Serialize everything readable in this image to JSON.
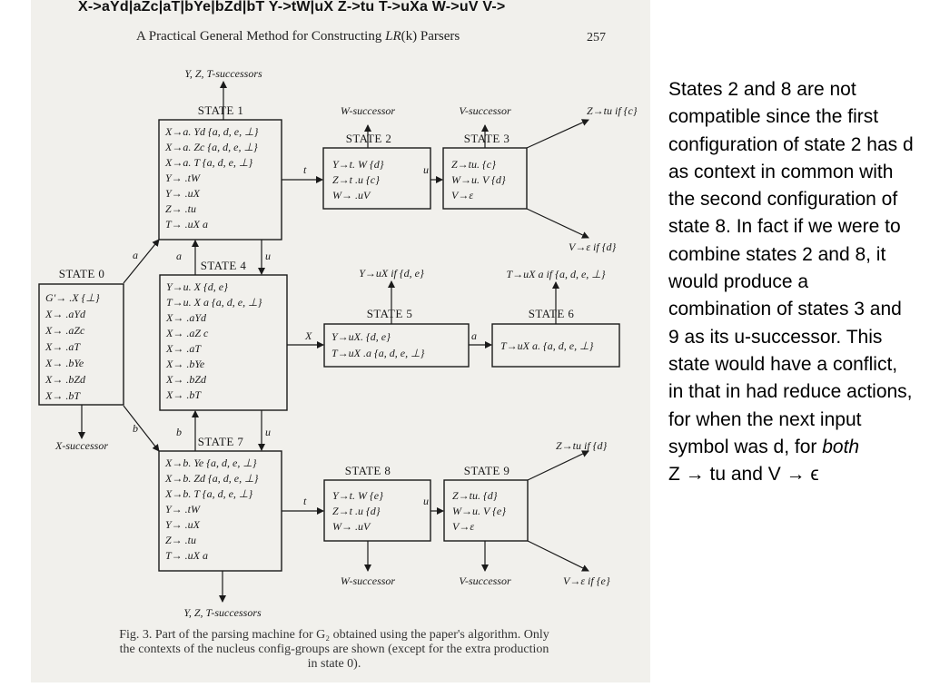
{
  "header": {
    "grammar": "X->aYd|aZc|aT|bYe|bZd|bT  Y->tW|uX  Z->tu  T->uXa  W->uV  V->",
    "running_head_pre": "A Practical General Method for Constructing ",
    "running_head_it": "LR",
    "running_head_post": "(k) Parsers",
    "page_number": "257"
  },
  "diagram": {
    "states": [
      {
        "id": "s1",
        "title": "STATE 1",
        "lines": [
          "X→a. Yd {a, d, e, ⊥}",
          "X→a. Zc {a, d, e, ⊥}",
          "X→a. T   {a, d, e, ⊥}",
          "Y→ .tW",
          "Y→ .uX",
          "Z→ .tu",
          "T→ .uX a"
        ]
      },
      {
        "id": "s2",
        "title": "STATE 2",
        "lines": [
          "Y→t. W {d}",
          "Z→t .u  {c}",
          "W→ .uV"
        ]
      },
      {
        "id": "s3",
        "title": "STATE 3",
        "lines": [
          "Z→tu.  {c}",
          "W→u. V {d}",
          "V→ε"
        ]
      },
      {
        "id": "s0",
        "title": "STATE 0",
        "lines": [
          "G′→ .X {⊥}",
          "X→ .aYd",
          "X→ .aZc",
          "X→ .aT",
          "X→ .bYe",
          "X→ .bZd",
          "X→ .bT"
        ]
      },
      {
        "id": "s4",
        "title": "STATE 4",
        "lines": [
          "Y→u. X   {d, e}",
          "T→u. X a {a, d, e, ⊥}",
          "X→ .aYd",
          "X→ .aZ c",
          "X→ .aT",
          "X→ .bYe",
          "X→ .bZd",
          "X→ .bT"
        ]
      },
      {
        "id": "s5",
        "title": "STATE 5",
        "lines": [
          "Y→uX.   {d, e}",
          "T→uX .a {a, d, e, ⊥}"
        ]
      },
      {
        "id": "s6",
        "title": "STATE 6",
        "lines": [
          "T→uX a. {a, d, e, ⊥}"
        ]
      },
      {
        "id": "s7",
        "title": "STATE 7",
        "lines": [
          "X→b. Ye {a, d, e, ⊥}",
          "X→b. Zd {a, d, e, ⊥}",
          "X→b. T   {a, d, e, ⊥}",
          "Y→ .tW",
          "Y→ .uX",
          "Z→ .tu",
          "T→ .uX a"
        ]
      },
      {
        "id": "s8",
        "title": "STATE 8",
        "lines": [
          "Y→t. W {e}",
          "Z→t .u  {d}",
          "W→ .uV"
        ]
      },
      {
        "id": "s9",
        "title": "STATE 9",
        "lines": [
          "Z→tu.  {d}",
          "W→u. V {e}",
          "V→ε"
        ]
      }
    ],
    "labels": {
      "yzt_top": "Y, Z, T-successors",
      "yzt_bottom": "Y, Z, T-successors",
      "w_top": "W-successor",
      "v_top": "V-successor",
      "w_bottom": "W-successor",
      "v_bottom": "V-successor",
      "x_succ": "X-successor",
      "z3": "Z→tu if {c}",
      "v3": "V→ε if {d}",
      "y5": "Y→uX if {d, e}",
      "t6": "T→uX a if {a, d, e, ⊥}",
      "z9": "Z→tu if {d}",
      "v9": "V→ε if {e}",
      "e_a1": "a",
      "e_a2": "a",
      "e_b1": "b",
      "e_b2": "b",
      "e_u1": "u",
      "e_u2": "u",
      "e_t1": "t",
      "e_t2": "t",
      "e_u3": "u",
      "e_u4": "u",
      "e_x": "X",
      "e_a3": "a"
    }
  },
  "caption": {
    "line1": "Fig. 3. Part of the parsing machine for G₂ obtained using the paper's algorithm. Only",
    "line2": "the contexts of the nucleus config-groups are shown (except for the extra production",
    "line3": "in state 0)."
  },
  "note": {
    "main": "States 2 and 8 are not compatible since the first configuration of state 2 has d as context in common with the second configuration of state 8.  In fact if we were to combine states 2 and 8, it would produce a combination of states 3 and 9 as its u-successor. This state would have a conflict, in that in had reduce actions, for when the next input symbol was d,  for ",
    "emph": "both",
    "last": "Z → tu and V → ϵ"
  }
}
